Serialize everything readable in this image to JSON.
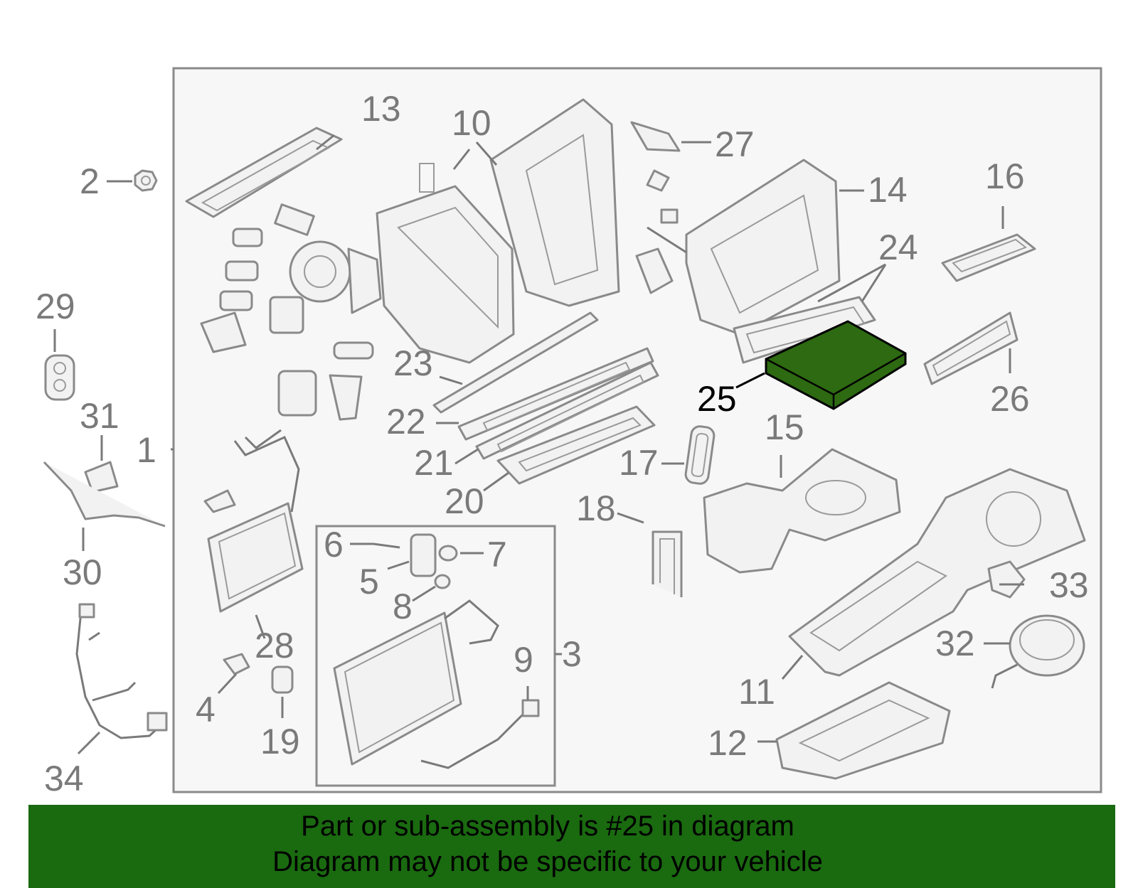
{
  "diagram": {
    "highlight": {
      "callout": "25",
      "color": "#2d6a12"
    },
    "colors": {
      "banner": "#1a6a10",
      "lines": "#8a8a8a",
      "labels": "#7a7a7a"
    },
    "callouts": [
      {
        "id": "1",
        "label": "1"
      },
      {
        "id": "2",
        "label": "2"
      },
      {
        "id": "3",
        "label": "3"
      },
      {
        "id": "4",
        "label": "4"
      },
      {
        "id": "5",
        "label": "5"
      },
      {
        "id": "6",
        "label": "6"
      },
      {
        "id": "7",
        "label": "7"
      },
      {
        "id": "8",
        "label": "8"
      },
      {
        "id": "9",
        "label": "9"
      },
      {
        "id": "10",
        "label": "10"
      },
      {
        "id": "11",
        "label": "11"
      },
      {
        "id": "12",
        "label": "12"
      },
      {
        "id": "13",
        "label": "13"
      },
      {
        "id": "14",
        "label": "14"
      },
      {
        "id": "15",
        "label": "15"
      },
      {
        "id": "16",
        "label": "16"
      },
      {
        "id": "17",
        "label": "17"
      },
      {
        "id": "18",
        "label": "18"
      },
      {
        "id": "19",
        "label": "19"
      },
      {
        "id": "20",
        "label": "20"
      },
      {
        "id": "21",
        "label": "21"
      },
      {
        "id": "22",
        "label": "22"
      },
      {
        "id": "23",
        "label": "23"
      },
      {
        "id": "24",
        "label": "24"
      },
      {
        "id": "25",
        "label": "25"
      },
      {
        "id": "26",
        "label": "26"
      },
      {
        "id": "27",
        "label": "27"
      },
      {
        "id": "28",
        "label": "28"
      },
      {
        "id": "29",
        "label": "29"
      },
      {
        "id": "30",
        "label": "30"
      },
      {
        "id": "31",
        "label": "31"
      },
      {
        "id": "32",
        "label": "32"
      },
      {
        "id": "33",
        "label": "33"
      },
      {
        "id": "34",
        "label": "34"
      }
    ]
  },
  "banner": {
    "line1": "Part or sub-assembly is #25 in diagram",
    "line2": "Diagram may not be specific to your vehicle"
  }
}
